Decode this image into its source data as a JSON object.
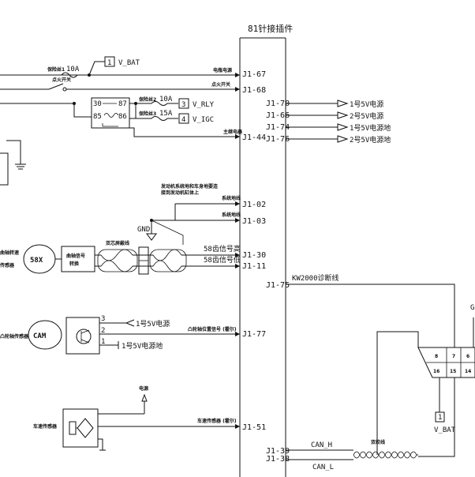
{
  "ecu": {
    "title": "81针接插件",
    "left_pins": [
      "J1-67",
      "J1-68",
      "J1-44",
      "J1-02",
      "J1-03",
      "J1-30",
      "J1-11",
      "J1-75",
      "J1-77",
      "J1-51",
      "J1-39",
      "J1-38"
    ],
    "right_pins": [
      "J1-70",
      "J1-66",
      "J1-74",
      "J1-76"
    ]
  },
  "right_outputs": [
    {
      "num": "1",
      "text": "1号5V电源"
    },
    {
      "num": "2",
      "text": "2号5V电源"
    },
    {
      "num": "1",
      "text": "1号5V电源地"
    },
    {
      "num": "2",
      "text": "2号5V电源地"
    }
  ],
  "power": {
    "fuse1": "保险丝1",
    "fuse1_amp": "10A",
    "terminal1_num": "1",
    "terminal1_label": "V_BAT",
    "battery_wire": "电瓶电源",
    "key_switch": "点火开关",
    "key_wire": "点火开关",
    "relay_pins": [
      "30",
      "87",
      "85",
      "86"
    ],
    "fuse2": "保险丝2",
    "fuse2_amp": "10A",
    "terminal3_num": "3",
    "terminal3_label": "V_RLY",
    "fuse3": "保险丝3",
    "fuse3_amp": "15A",
    "terminal4_num": "4",
    "terminal4_label": "V_IGC",
    "main_relay_wire": "主继电器"
  },
  "ground": {
    "note_line1": "发动机系统地和车身地要连",
    "note_line2": "接到发动机缸体上",
    "sys_ground_1": "系统地线",
    "sys_ground_2": "系统地线",
    "gnd_label": "GND"
  },
  "crank": {
    "sensor_label_1": "曲轴转速",
    "sensor_label_2": "传感器",
    "badge": "58X",
    "box_text_1": "曲轴信号",
    "box_text_2": "转换",
    "twisted_label": "双芯屏蔽线",
    "signal_plus": "58齿信号高",
    "signal_minus": "58齿信号低"
  },
  "cam": {
    "sensor_label": "凸轮轴传感器",
    "badge": "CAM",
    "pin3": "3",
    "pin2": "2",
    "pin1": "1",
    "wire3": "1号5V电源",
    "wire2": "凸轮轴位置信号 (霍尔)",
    "wire1": "1号5V电源地"
  },
  "speed": {
    "sensor_label": "车速传感器",
    "power_label": "电源",
    "signal_label": "车速传感器 (霍尔)"
  },
  "diag": {
    "kw_label": "KW2000诊断线",
    "can_h": "CAN_H",
    "can_l": "CAN_L",
    "twisted_label": "双绞线",
    "vbat_num": "1",
    "vbat_label": "V_BAT",
    "connector_pins": [
      "8",
      "7",
      "6",
      "16",
      "15",
      "14"
    ],
    "ground_label": "G"
  }
}
